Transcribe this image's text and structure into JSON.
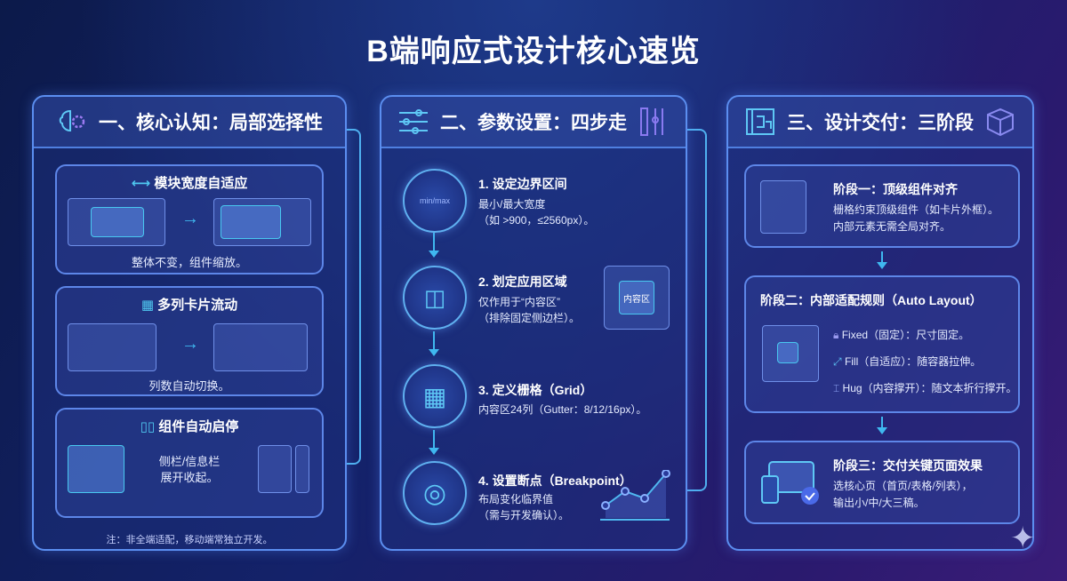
{
  "title": "B端响应式设计核心速览",
  "panel1": {
    "heading": "一、核心认知：局部选择性",
    "cards": [
      {
        "title": "模块宽度自适应",
        "caption": "整体不变，组件缩放。"
      },
      {
        "title": "多列卡片流动",
        "caption": "列数自动切换。"
      },
      {
        "title": "组件自动启停",
        "caption": "侧栏/信息栏",
        "caption2": "展开收起。"
      }
    ],
    "note": "注：非全端适配，移动端常独立开发。"
  },
  "panel2": {
    "heading": "二、参数设置：四步走",
    "steps": [
      {
        "title": "1. 设定边界区间",
        "line1": "最小/最大宽度",
        "line2": "（如 >900，≤2560px）。",
        "icon_label": "min/max"
      },
      {
        "title": "2. 划定应用区域",
        "line1": "仅作用于“内容区”",
        "line2": "（排除固定侧边栏）。",
        "illus_label": "内容区"
      },
      {
        "title": "3. 定义栅格（Grid）",
        "line1": "内容区24列（Gutter：8/12/16px）。"
      },
      {
        "title": "4. 设置断点（Breakpoint）",
        "line1": "布局变化临界值",
        "line2": "（需与开发确认）。"
      }
    ]
  },
  "panel3": {
    "heading": "三、设计交付：三阶段",
    "stages": [
      {
        "title": "阶段一：顶级组件对齐",
        "line1": "栅格约束顶级组件（如卡片外框）。",
        "line2": "内部元素无需全局对齐。"
      },
      {
        "title": "阶段二：内部适配规则（Auto Layout）",
        "rules": [
          "Fixed（固定）：尺寸固定。",
          "Fill（自适应）：随容器拉伸。",
          "Hug（内容撑开）：随文本折行撑开。"
        ]
      },
      {
        "title": "阶段三：交付关键页面效果",
        "line1": "选核心页（首页/表格/列表），",
        "line2": "输出小/中/大三稿。"
      }
    ]
  },
  "colors": {
    "accent": "#3fb8f0",
    "border": "#5b8ef0"
  }
}
